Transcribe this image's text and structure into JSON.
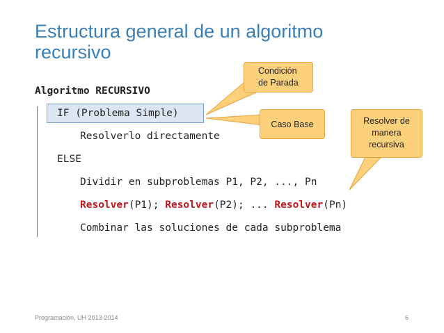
{
  "slide": {
    "title_line1": "Estructura general de un algoritmo",
    "title_line2": "recursivo",
    "code": {
      "heading": "Algoritmo RECURSIVO",
      "if_line": "IF (Problema Simple)",
      "direct": "Resolverlo directamente",
      "else": "ELSE",
      "divide": "Dividir en subproblemas P1, P2, ..., Pn",
      "solve": {
        "kw": "Resolver",
        "p1": "(P1); ",
        "p2": "(P2); ... ",
        "pn": "(Pn)"
      },
      "combine": "Combinar las soluciones de cada subproblema"
    },
    "callouts": {
      "stop_line1": "Condición",
      "stop_line2": "de Parada",
      "base": "Caso Base",
      "rec_line1": "Resolver de",
      "rec_line2": "manera",
      "rec_line3": "recursiva"
    },
    "footer": {
      "left": "Programación, UH 2013-2014",
      "page": "6"
    }
  },
  "colors": {
    "title": "#3a7fb8",
    "keyword": "#c0161e",
    "callout_fill": "#fdd07b",
    "callout_border": "#e8a33c",
    "if_box_fill": "#dce6f2"
  }
}
